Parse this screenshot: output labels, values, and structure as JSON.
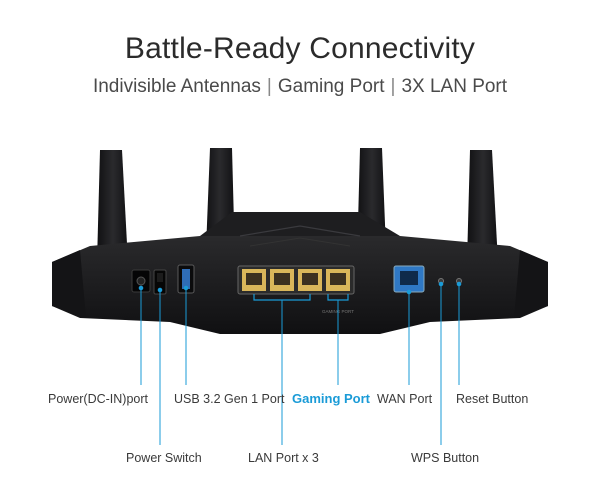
{
  "heading": {
    "title": "Battle-Ready Connectivity",
    "features": [
      "Indivisible Antennas",
      "Gaming Port",
      "3X LAN Port"
    ],
    "separator": "|"
  },
  "colors": {
    "accent": "#1a9bd7",
    "router_body": "#1b1b1d",
    "lan_port_highlight": "#d9b65a",
    "wan_port_highlight": "#2f78c4"
  },
  "port_labels": {
    "power_in": "Power(DC-IN)port",
    "power_switch": "Power Switch",
    "usb": "USB 3.2 Gen 1 Port",
    "lan": "LAN Port x 3",
    "gaming": "Gaming Port",
    "wan": "WAN Port",
    "wps": "WPS Button",
    "reset": "Reset Button"
  },
  "router_print": {
    "gaming_port_caption": "GAMING PORT"
  }
}
